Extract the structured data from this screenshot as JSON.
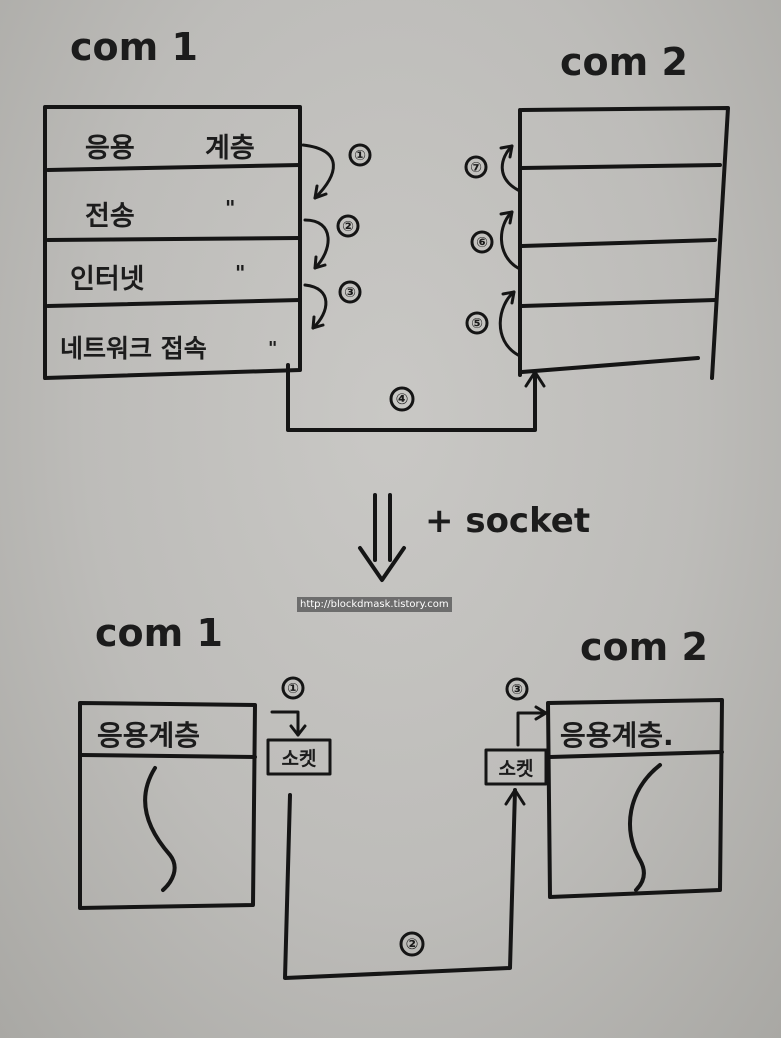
{
  "top": {
    "com1_title": "com 1",
    "com2_title": "com 2",
    "layers": {
      "application": "응용",
      "application_suffix": "계층",
      "transport": "전송",
      "internet": "인터넷",
      "network_access": "네트워크 접속",
      "ditto": "\""
    },
    "steps": [
      "①",
      "②",
      "③",
      "④",
      "⑤",
      "⑥",
      "⑦"
    ]
  },
  "transition": {
    "label": "+ socket"
  },
  "bottom": {
    "com1_title": "com 1",
    "com2_title": "com 2",
    "app_layer": "응용계층",
    "app_layer_right": "응용계층.",
    "socket": "소켓",
    "steps": [
      "①",
      "②",
      "③"
    ]
  },
  "watermark": "http://blockdmask.tistory.com",
  "colors": {
    "paper": "#c4c3c0",
    "ink": "#151515",
    "watermark_bg": "#5a5a5a"
  }
}
